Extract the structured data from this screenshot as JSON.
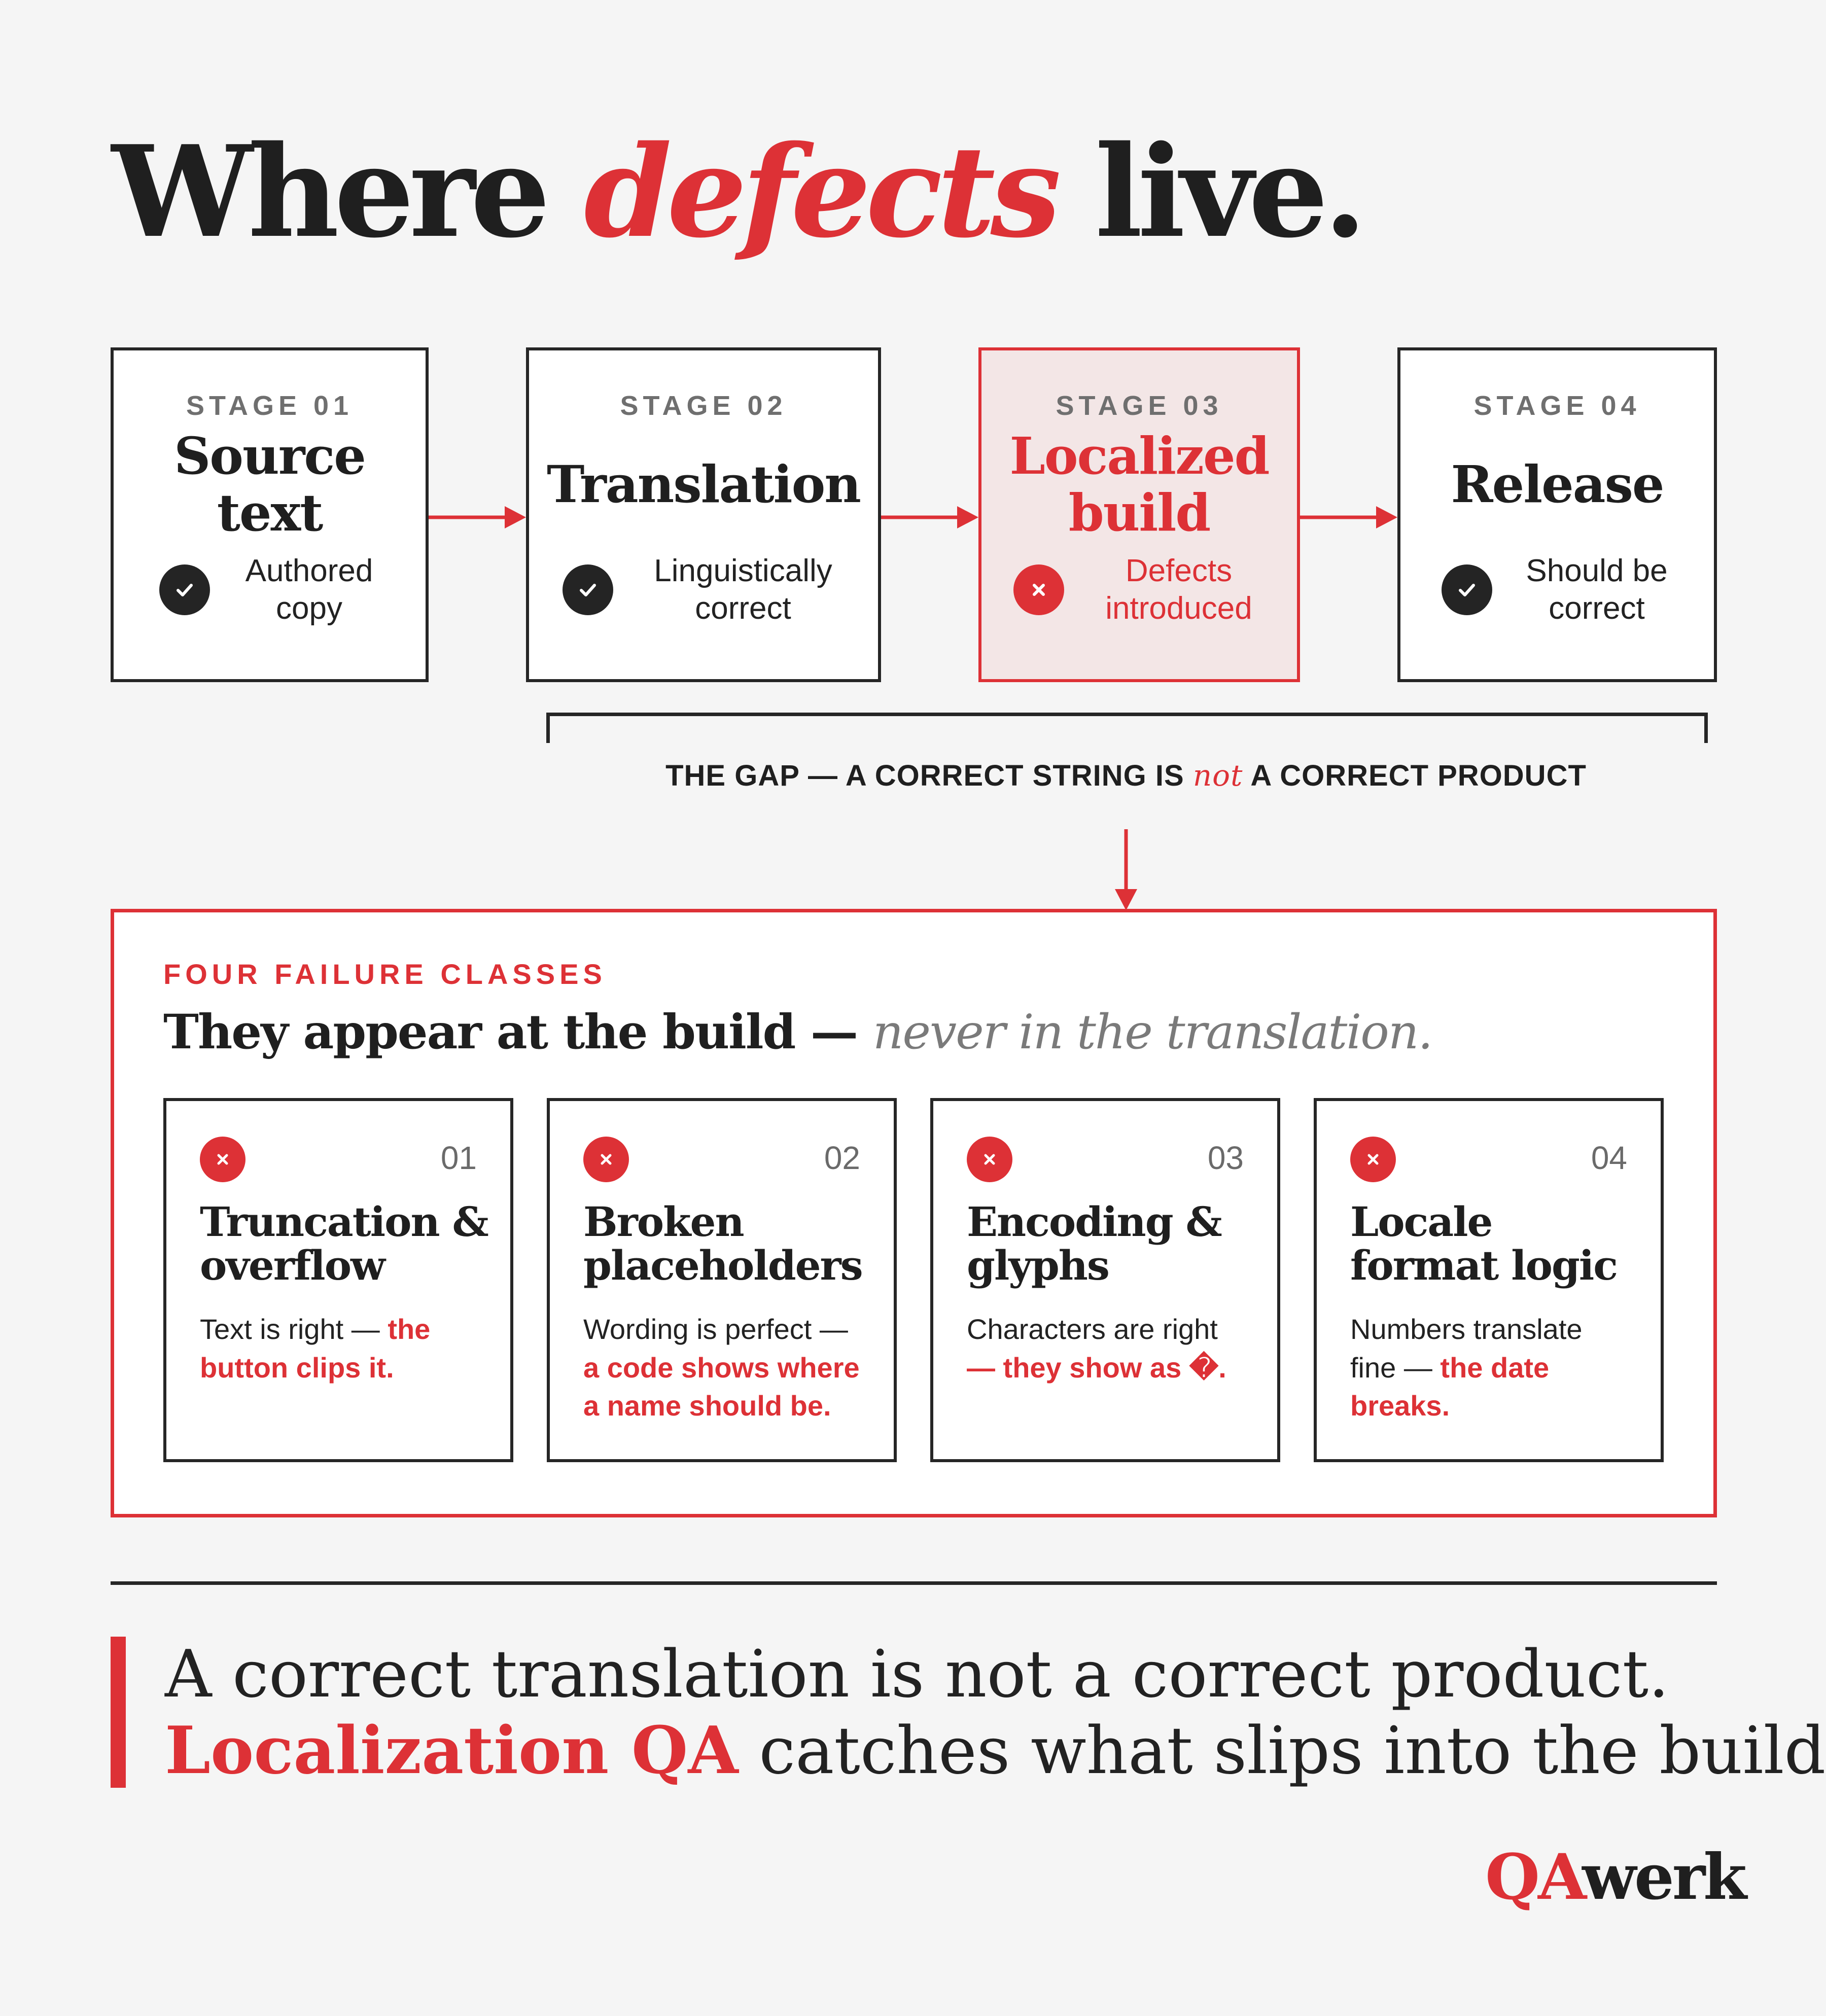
{
  "title": {
    "part1": "Where",
    "part2": "defects",
    "part3": "live."
  },
  "stages": [
    {
      "label": "STAGE 01",
      "name": "Source text",
      "status": "Authored copy",
      "icon": "check-icon"
    },
    {
      "label": "STAGE 02",
      "name": "Translation",
      "status": "Linguistically correct",
      "icon": "check-icon"
    },
    {
      "label": "STAGE 03",
      "name": "Localized build",
      "status": "Defects introduced",
      "icon": "x-icon"
    },
    {
      "label": "STAGE 04",
      "name": "Release",
      "status": "Should be correct",
      "icon": "check-icon"
    }
  ],
  "gap": {
    "before": "THE GAP — A CORRECT STRING IS",
    "emphasis": "not",
    "after": "A CORRECT PRODUCT"
  },
  "failure_panel": {
    "label": "FOUR FAILURE CLASSES",
    "heading": "They appear at the build —",
    "heading_emphasis": "never in the translation.",
    "cards": [
      {
        "number": "01",
        "title": "Truncation & overflow",
        "body": "Text is right —",
        "body_red": "the button clips it."
      },
      {
        "number": "02",
        "title": "Broken placeholders",
        "body": "Wording is perfect —",
        "body_red": "a code shows where a name should be."
      },
      {
        "number": "03",
        "title": "Encoding & glyphs",
        "body": "Characters are right",
        "body_red": "— they show as �."
      },
      {
        "number": "04",
        "title": "Locale format logic",
        "body": "Numbers translate fine —",
        "body_red": "the date breaks."
      }
    ]
  },
  "quote": {
    "line1": "A correct translation is not a correct product.",
    "line2_red": "Localization QA",
    "line2_rest": "catches what slips into the build."
  },
  "logo": {
    "part1": "QA",
    "part2": "werk"
  },
  "colors": {
    "accent": "#dd3136",
    "text": "#1f1f1f",
    "background": "#f5f5f5"
  }
}
